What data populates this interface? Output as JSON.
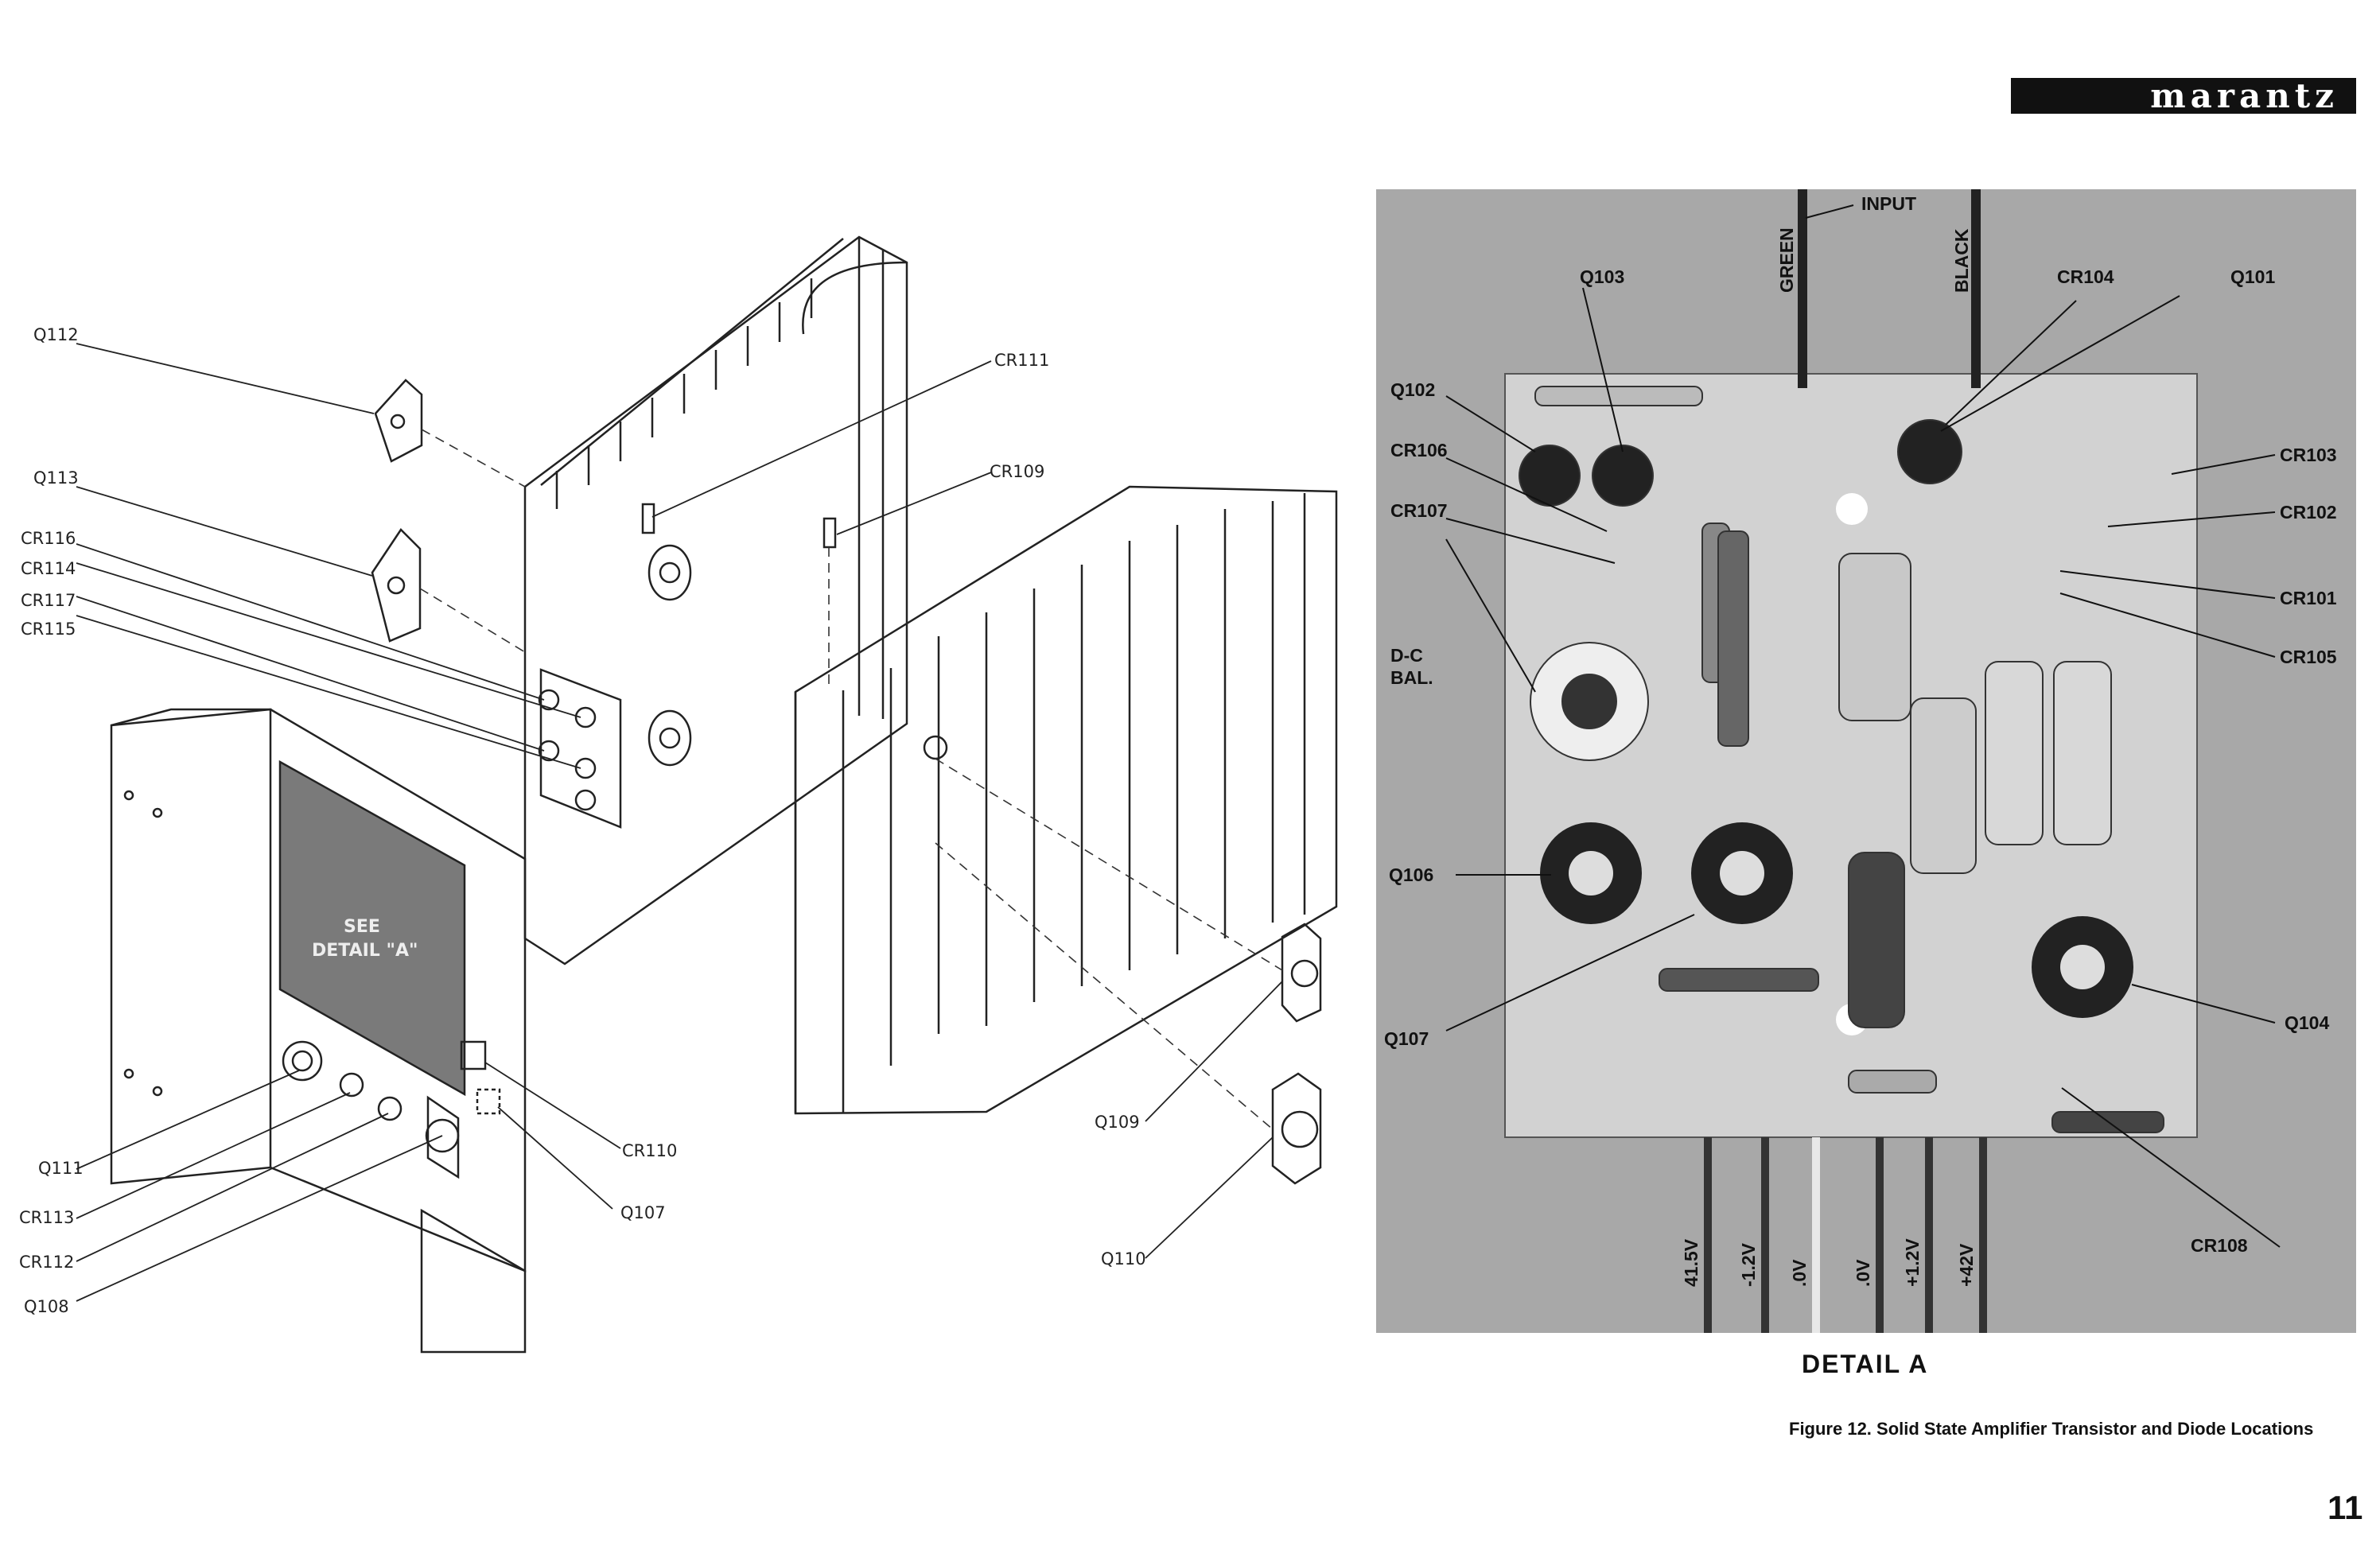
{
  "brand": {
    "logo_text": "marantz"
  },
  "exploded_view": {
    "labels": {
      "q112": "Q112",
      "q113": "Q113",
      "cr116": "CR116",
      "cr114": "CR114",
      "cr117": "CR117",
      "cr115": "CR115",
      "cr111": "CR111",
      "cr109": "CR109",
      "see_detail": "SEE",
      "see_detail_2": "DETAIL \"A\"",
      "q111": "Q111",
      "cr113": "CR113",
      "cr112": "CR112",
      "q108": "Q108",
      "cr110": "CR110",
      "q107": "Q107",
      "q109": "Q109",
      "q110": "Q110"
    }
  },
  "detail_photo": {
    "labels": {
      "input": "INPUT",
      "green": "GREEN",
      "black": "BLACK",
      "q103": "Q103",
      "cr104": "CR104",
      "q101": "Q101",
      "q102": "Q102",
      "cr106": "CR106",
      "cr107": "CR107",
      "dc_bal_1": "D-C",
      "dc_bal_2": "BAL.",
      "cr103": "CR103",
      "cr102": "CR102",
      "cr101": "CR101",
      "cr105": "CR105",
      "q106": "Q106",
      "q107": "Q107",
      "q104": "Q104",
      "cr108": "CR108",
      "v1": "41.5V",
      "v2": "-1.2V",
      "v3": ".0V",
      "v4": ".0V",
      "v5": "+1.2V",
      "v6": "+42V"
    },
    "heading": "DETAIL   A"
  },
  "caption": "Figure 12.  Solid State Amplifier Transistor and Diode Locations",
  "page_number": "11"
}
